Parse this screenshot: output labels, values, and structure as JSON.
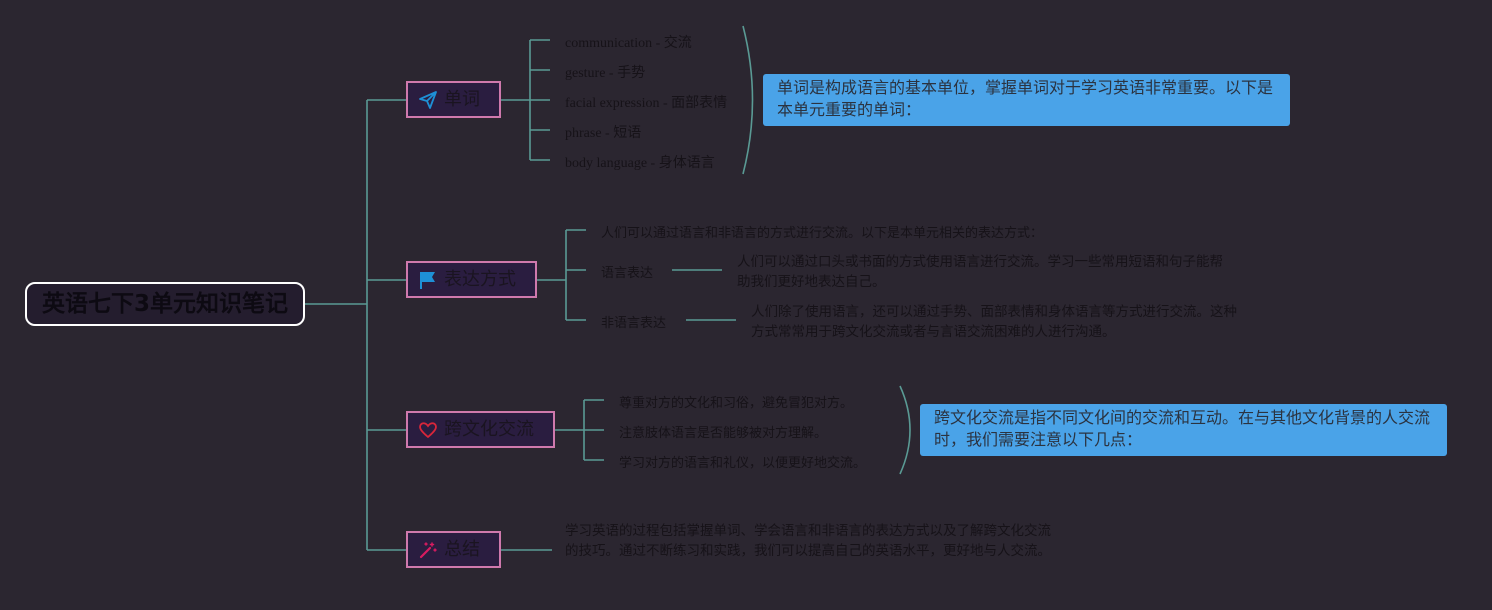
{
  "root": {
    "label": "英语七下3单元知识笔记"
  },
  "colors": {
    "background": "#2b2630",
    "connector": "#5a9a94",
    "branch_border": "#cf79ad",
    "note_background": "#4aa3e8",
    "icon_blue": "#1e90d6",
    "icon_red": "#d8263a",
    "icon_pink": "#d81b60"
  },
  "branches": {
    "words": {
      "label": "单词",
      "icon": "paper-plane-icon",
      "items": [
        "communication - 交流",
        "gesture - 手势",
        "facial expression - 面部表情",
        "phrase - 短语",
        "body language - 身体语言"
      ],
      "note": "单词是构成语言的基本单位，掌握单词对于学习英语非常重要。以下是本单元重要的单词："
    },
    "expression": {
      "label": "表达方式",
      "icon": "flag-icon",
      "intro": "人们可以通过语言和非语言的方式进行交流。以下是本单元相关的表达方式：",
      "verbal": {
        "label": "语言表达",
        "text": "人们可以通过口头或书面的方式使用语言进行交流。学习一些常用短语和句子能帮助我们更好地表达自己。"
      },
      "nonverbal": {
        "label": "非语言表达",
        "text": "人们除了使用语言，还可以通过手势、面部表情和身体语言等方式进行交流。这种方式常常用于跨文化交流或者与言语交流困难的人进行沟通。"
      }
    },
    "crosscultural": {
      "label": "跨文化交流",
      "icon": "heart-icon",
      "items": [
        "尊重对方的文化和习俗，避免冒犯对方。",
        "注意肢体语言是否能够被对方理解。",
        "学习对方的语言和礼仪，以便更好地交流。"
      ],
      "note": "跨文化交流是指不同文化间的交流和互动。在与其他文化背景的人交流时，我们需要注意以下几点："
    },
    "summary": {
      "label": "总结",
      "icon": "magic-wand-icon",
      "text": "学习英语的过程包括掌握单词、学会语言和非语言的表达方式以及了解跨文化交流的技巧。通过不断练习和实践，我们可以提高自己的英语水平，更好地与人交流。"
    }
  }
}
